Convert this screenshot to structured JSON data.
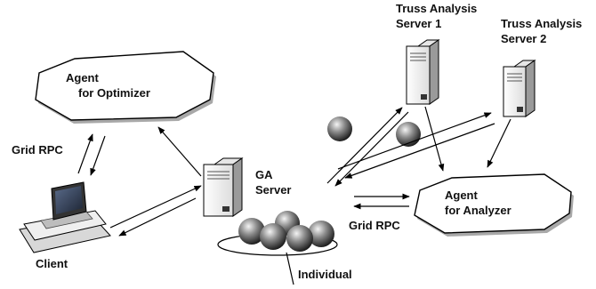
{
  "labels": {
    "agent_optimizer": [
      "Agent",
      "for Optimizer"
    ],
    "agent_analyzer": [
      "Agent",
      "for Analyzer"
    ],
    "truss_server_1": [
      "Truss Analysis",
      "Server 1"
    ],
    "truss_server_2": [
      "Truss Analysis",
      "Server 2"
    ],
    "ga_server": [
      "GA",
      "Server"
    ],
    "client": "Client",
    "individual": "Individual",
    "grid_rpc_left": "Grid RPC",
    "grid_rpc_bottom": "Grid RPC"
  },
  "icons": {
    "server": "server-tower-icon",
    "laptop": "laptop-icon",
    "individual": "sphere-icon"
  },
  "colors": {
    "line": "#000000",
    "node_fill": "#ffffff",
    "node_shadow": "#a8a8a8",
    "server_body": "#f2f2f2",
    "server_side": "#9a9a9a",
    "sphere_light": "#f0f0f0",
    "sphere_dark": "#1a1a1a"
  }
}
